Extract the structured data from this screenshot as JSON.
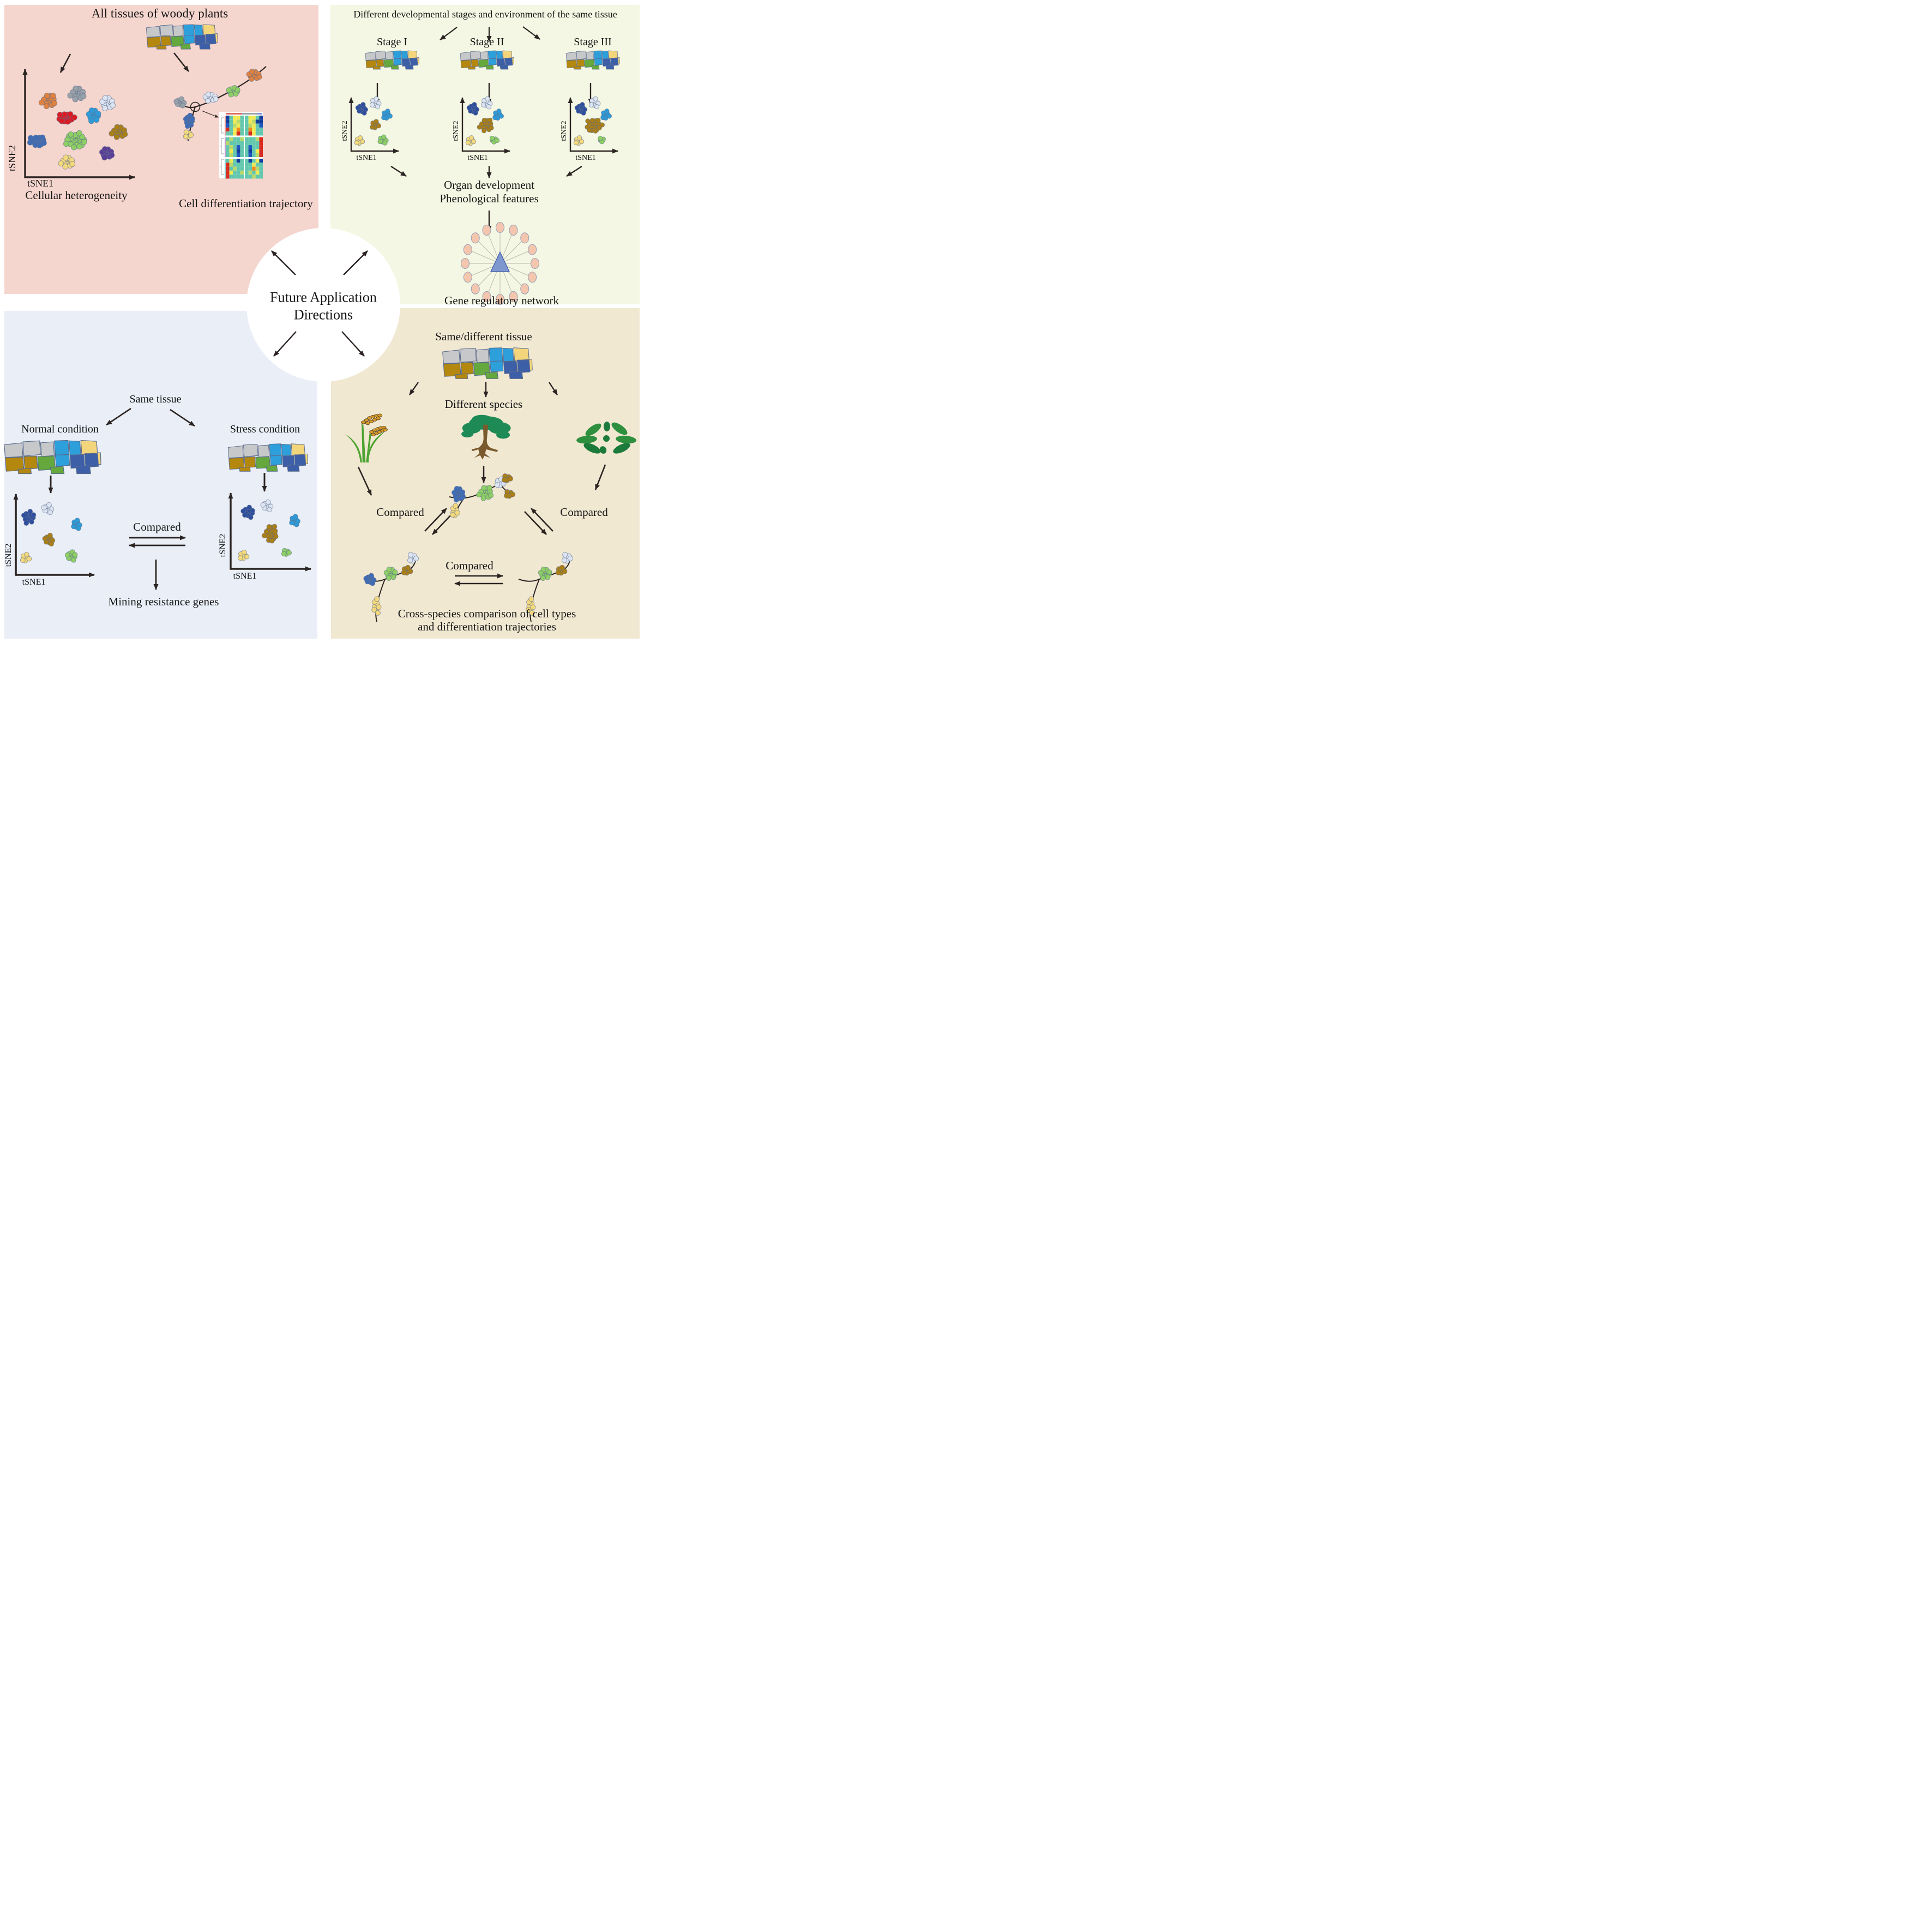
{
  "figure": {
    "center_line1": "Future Application",
    "center_line2": "Directions"
  },
  "axis_labels": {
    "x": "tSNE1",
    "y": "tSNE2"
  },
  "quadrants": {
    "top_left": {
      "title": "All tissues of woody plants",
      "scatter_caption": "Cellular heterogeneity",
      "trajectory_caption": "Cell differentiation trajectory",
      "scatter_cluster_colors": [
        "orange",
        "gray",
        "pale_blue",
        "red",
        "medium_blue",
        "gold",
        "royal_blue",
        "light_green",
        "purple",
        "yellow"
      ],
      "trajectory_cluster_colors": [
        "gray",
        "pale_blue",
        "light_green",
        "orange",
        "royal_blue",
        "yellow"
      ]
    },
    "top_right": {
      "title": "Different developmental stages and environment of the same tissue",
      "stages": [
        "Stage I",
        "Stage II",
        "Stage III"
      ],
      "outcome_line1": "Organ development",
      "outcome_line2": "Phenological features",
      "network_caption": "Gene regulatory network",
      "stage_cluster_colors": [
        "navy",
        "pale_blue",
        "medium_blue",
        "gold",
        "yellow",
        "light_green"
      ]
    },
    "bottom_left": {
      "title": "Same tissue",
      "left_condition": "Normal condition",
      "right_condition": "Stress condition",
      "compare_label": "Compared",
      "result": "Mining resistance genes",
      "plot_cluster_colors": [
        "navy",
        "pale_blue",
        "medium_blue",
        "gold",
        "yellow",
        "light_green"
      ]
    },
    "bottom_right": {
      "title": "Same/different tissue",
      "species_label": "Different species",
      "compare_label": "Compared",
      "caption_line1": "Cross-species comparison of cell types",
      "caption_line2": "and differentiation trajectories",
      "species": [
        "rice",
        "tree",
        "arabidopsis"
      ]
    }
  },
  "colors": {
    "ink": "#2b2422",
    "text": "#141414",
    "quad_top_left_bg": "#f5d6cf",
    "quad_top_right_bg": "#f4f7e3",
    "quad_bottom_left_bg": "#e9eef7",
    "quad_bottom_right_bg": "#f1e8d2",
    "dot_outline": "#5f6f8e",
    "cluster": {
      "navy": "#2e4f9e",
      "pale_blue": "#dbe4f0",
      "medium_blue": "#2d9bd8",
      "gold": "#ab7f14",
      "yellow": "#f3d97c",
      "light_green": "#8ed064",
      "orange": "#e0813f",
      "gray": "#99a1a8",
      "red": "#dc1a22",
      "royal_blue": "#3f6cb5",
      "purple": "#5b3e97"
    },
    "tissue": {
      "gray": "#c7c8ca",
      "sky_blue": "#2da0dc",
      "pale_yellow": "#f3d57c",
      "gold": "#b4880f",
      "green": "#64a83e",
      "dark_blue": "#3c5fa8",
      "outline": "#5a6b8c"
    },
    "grn": {
      "node": "#f4c6ae",
      "node_outline": "#9aa3b8",
      "triangle": "#7e97cf",
      "triangle_outline": "#3a56a5",
      "link": "#b9b9a9"
    },
    "plants": {
      "rice_leaf": "#4ea332",
      "rice_grain": "#d89a2a",
      "rice_outline": "#4a3a20",
      "tree_green": "#1e8a55",
      "tree_trunk": "#7a5a2d",
      "arabidopsis_green": "#2e8f3f",
      "arabidopsis_dark": "#1c7a3a"
    },
    "heatmap": {
      "bg": "#ffffff",
      "teal": "#63c7ae",
      "yellow_green": "#b9d96a",
      "yellow": "#f0ea52",
      "red": "#d92b1f",
      "blue": "#2057c0",
      "dark_blue": "#123f9e",
      "orange": "#ee8a1e",
      "dendro": "#a6a6a6",
      "strip_red": "#e06a5a",
      "strip_gray": "#9aa0a6",
      "strip_blue": "#7c8fd0",
      "side_red": "#e08080",
      "side_purple": "#b08cc0",
      "side_cyan": "#6cc6c6"
    }
  }
}
